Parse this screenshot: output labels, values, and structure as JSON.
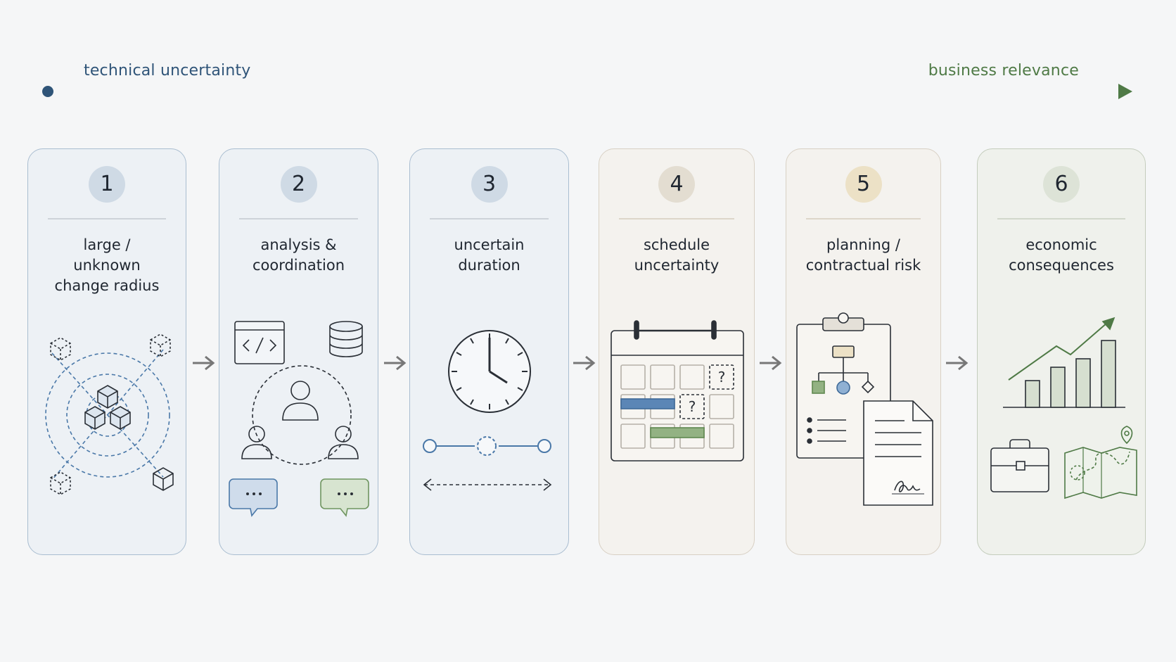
{
  "axis": {
    "left_label": "technical uncertainty",
    "right_label": "business relevance",
    "left_color": "#2f5478",
    "right_color": "#4f7a46"
  },
  "steps": [
    {
      "number": "1",
      "title": "large /\nunknown\nchange radius",
      "theme": "blue",
      "icon": "change-radius-cubes-icon"
    },
    {
      "number": "2",
      "title": "analysis &\ncoordination",
      "theme": "blue",
      "icon": "team-coordination-icon"
    },
    {
      "number": "3",
      "title": "uncertain\nduration",
      "theme": "blue",
      "icon": "clock-duration-icon"
    },
    {
      "number": "4",
      "title": "schedule\nuncertainty",
      "theme": "beige",
      "icon": "calendar-icon"
    },
    {
      "number": "5",
      "title": "planning /\ncontractual risk",
      "theme": "beige",
      "icon": "clipboard-contract-icon"
    },
    {
      "number": "6",
      "title": "economic\nconsequences",
      "theme": "green",
      "icon": "growth-chart-icon"
    }
  ],
  "card_arrow_icon": "right-arrow-icon",
  "calendar_question_mark": "?",
  "colors": {
    "blue_accent": "#4a78a8",
    "green_accent": "#6f9560",
    "stroke": "#2a2f36"
  }
}
